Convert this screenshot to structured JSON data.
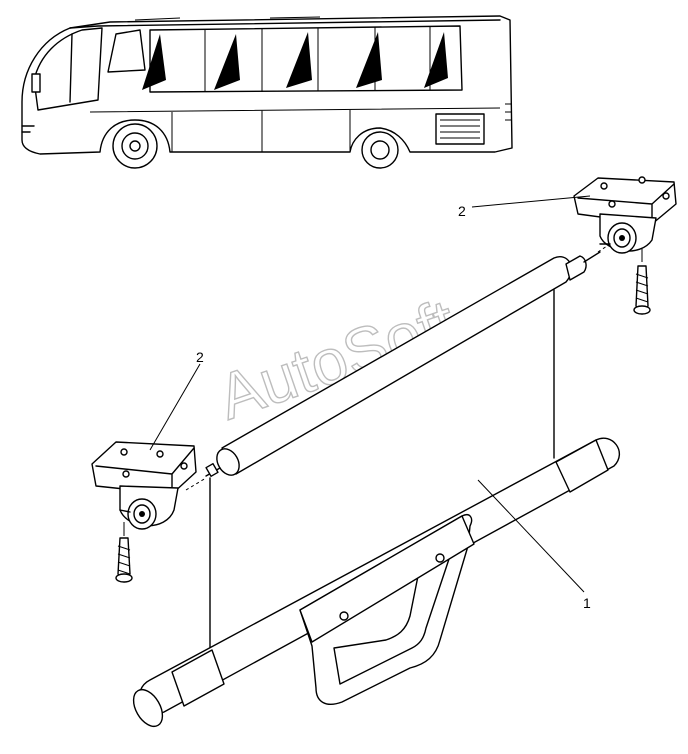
{
  "watermark": "AutoSoft",
  "callouts": {
    "shade": "1",
    "bracket_top": "2",
    "bracket_left": "2"
  }
}
